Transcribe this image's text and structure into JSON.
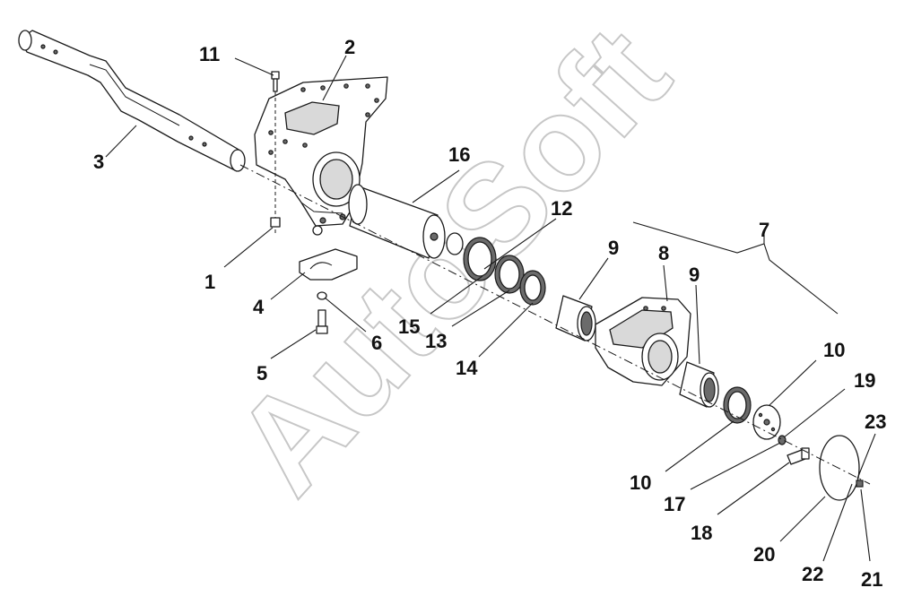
{
  "watermark": "AutoSoft",
  "labels": {
    "l1": "1",
    "l2": "2",
    "l3": "3",
    "l4": "4",
    "l5": "5",
    "l6": "6",
    "l7": "7",
    "l8": "8",
    "l9a": "9",
    "l9b": "9",
    "l10a": "10",
    "l10b": "10",
    "l11": "11",
    "l12": "12",
    "l13": "13",
    "l14": "14",
    "l15": "15",
    "l16": "16",
    "l17": "17",
    "l18": "18",
    "l19": "19",
    "l20": "20",
    "l21": "21",
    "l22": "22",
    "l23": "23"
  }
}
